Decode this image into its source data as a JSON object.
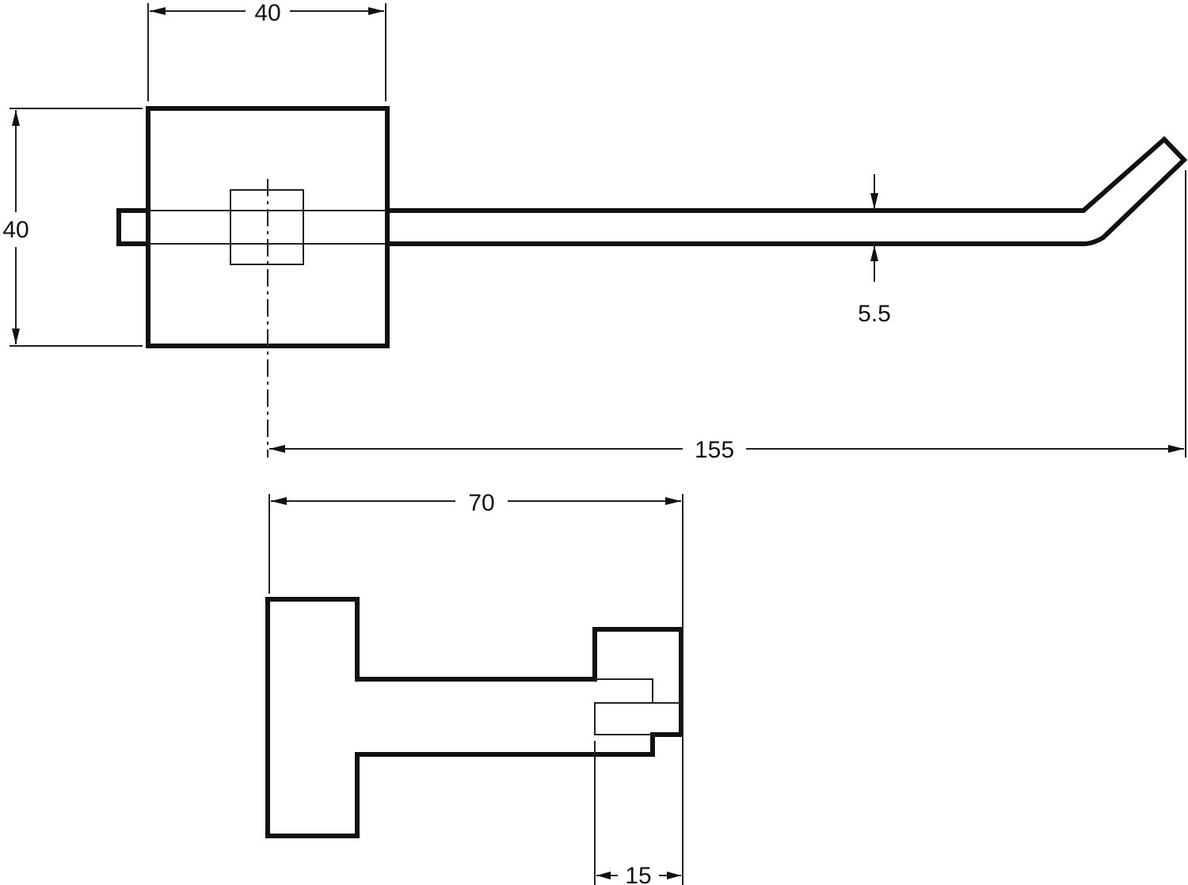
{
  "dimensions": {
    "plate_width": "40",
    "plate_height": "40",
    "rod_thickness": "5.5",
    "total_length": "155",
    "side_depth": "70",
    "clip_width": "15"
  }
}
